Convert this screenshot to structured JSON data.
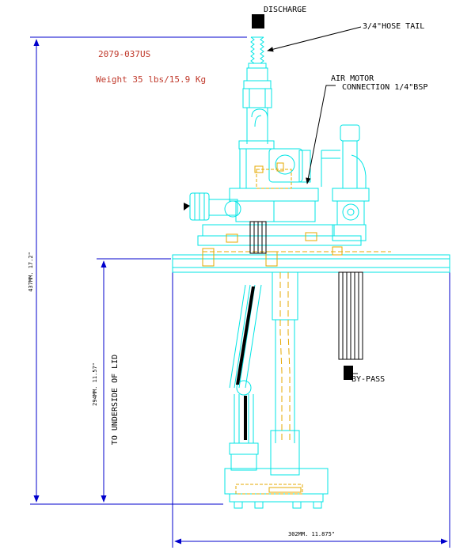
{
  "part_number": "2079-037US",
  "weight": "Weight 35 lbs/15.9 Kg",
  "labels": {
    "discharge": "DISCHARGE",
    "hose_tail": "3/4\"HOSE TAIL",
    "air_motor_line1": "AIR MOTOR",
    "air_motor_line2": "CONNECTION 1/4\"BSP",
    "bypass": "BY-PASS"
  },
  "dimensions": {
    "overall_height": "437MM. 17.2\"",
    "lid_height": "294MM. 11.57\"",
    "lid_note": "TO UNDERSIDE OF LID",
    "width": "302MM. 11.875\""
  },
  "colors": {
    "outline": "#00e5e5",
    "hidden": "#e5a800",
    "dimension": "#0000cc",
    "annotation_red": "#c0392b",
    "ink": "#000000"
  }
}
